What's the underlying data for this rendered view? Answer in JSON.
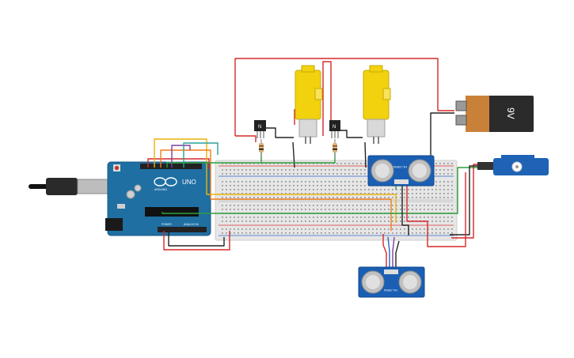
{
  "arduino": {
    "brand": "UNO",
    "logo_text": "ARDUINO",
    "digital_header": "DIGITAL (PWM ~)",
    "power_header": "POWER",
    "analog_header": "ANALOG IN",
    "board_color": "#1f6fa3"
  },
  "battery": {
    "label": "9V",
    "body_color": "#2b2b2b",
    "terminal_color": "#c9813a"
  },
  "transistors": [
    {
      "label": "N"
    },
    {
      "label": "N"
    }
  ],
  "ultrasonic_sensors": [
    {
      "label": "HC-SR04"
    },
    {
      "label": "HC-SR04"
    }
  ],
  "motors": [
    {
      "body_color": "#f2d20f"
    },
    {
      "body_color": "#f2d20f"
    }
  ],
  "servo": {
    "body_color": "#1e63b5"
  },
  "breadboard": {
    "color": "#e4e4e4"
  },
  "wire_colors": {
    "red": "#d62828",
    "black": "#222222",
    "green": "#2e9e3a",
    "yellow": "#e8b40c",
    "orange": "#ef7d1a",
    "purple": "#7b3fa0",
    "teal": "#2aa198",
    "blue": "#3060c8"
  }
}
